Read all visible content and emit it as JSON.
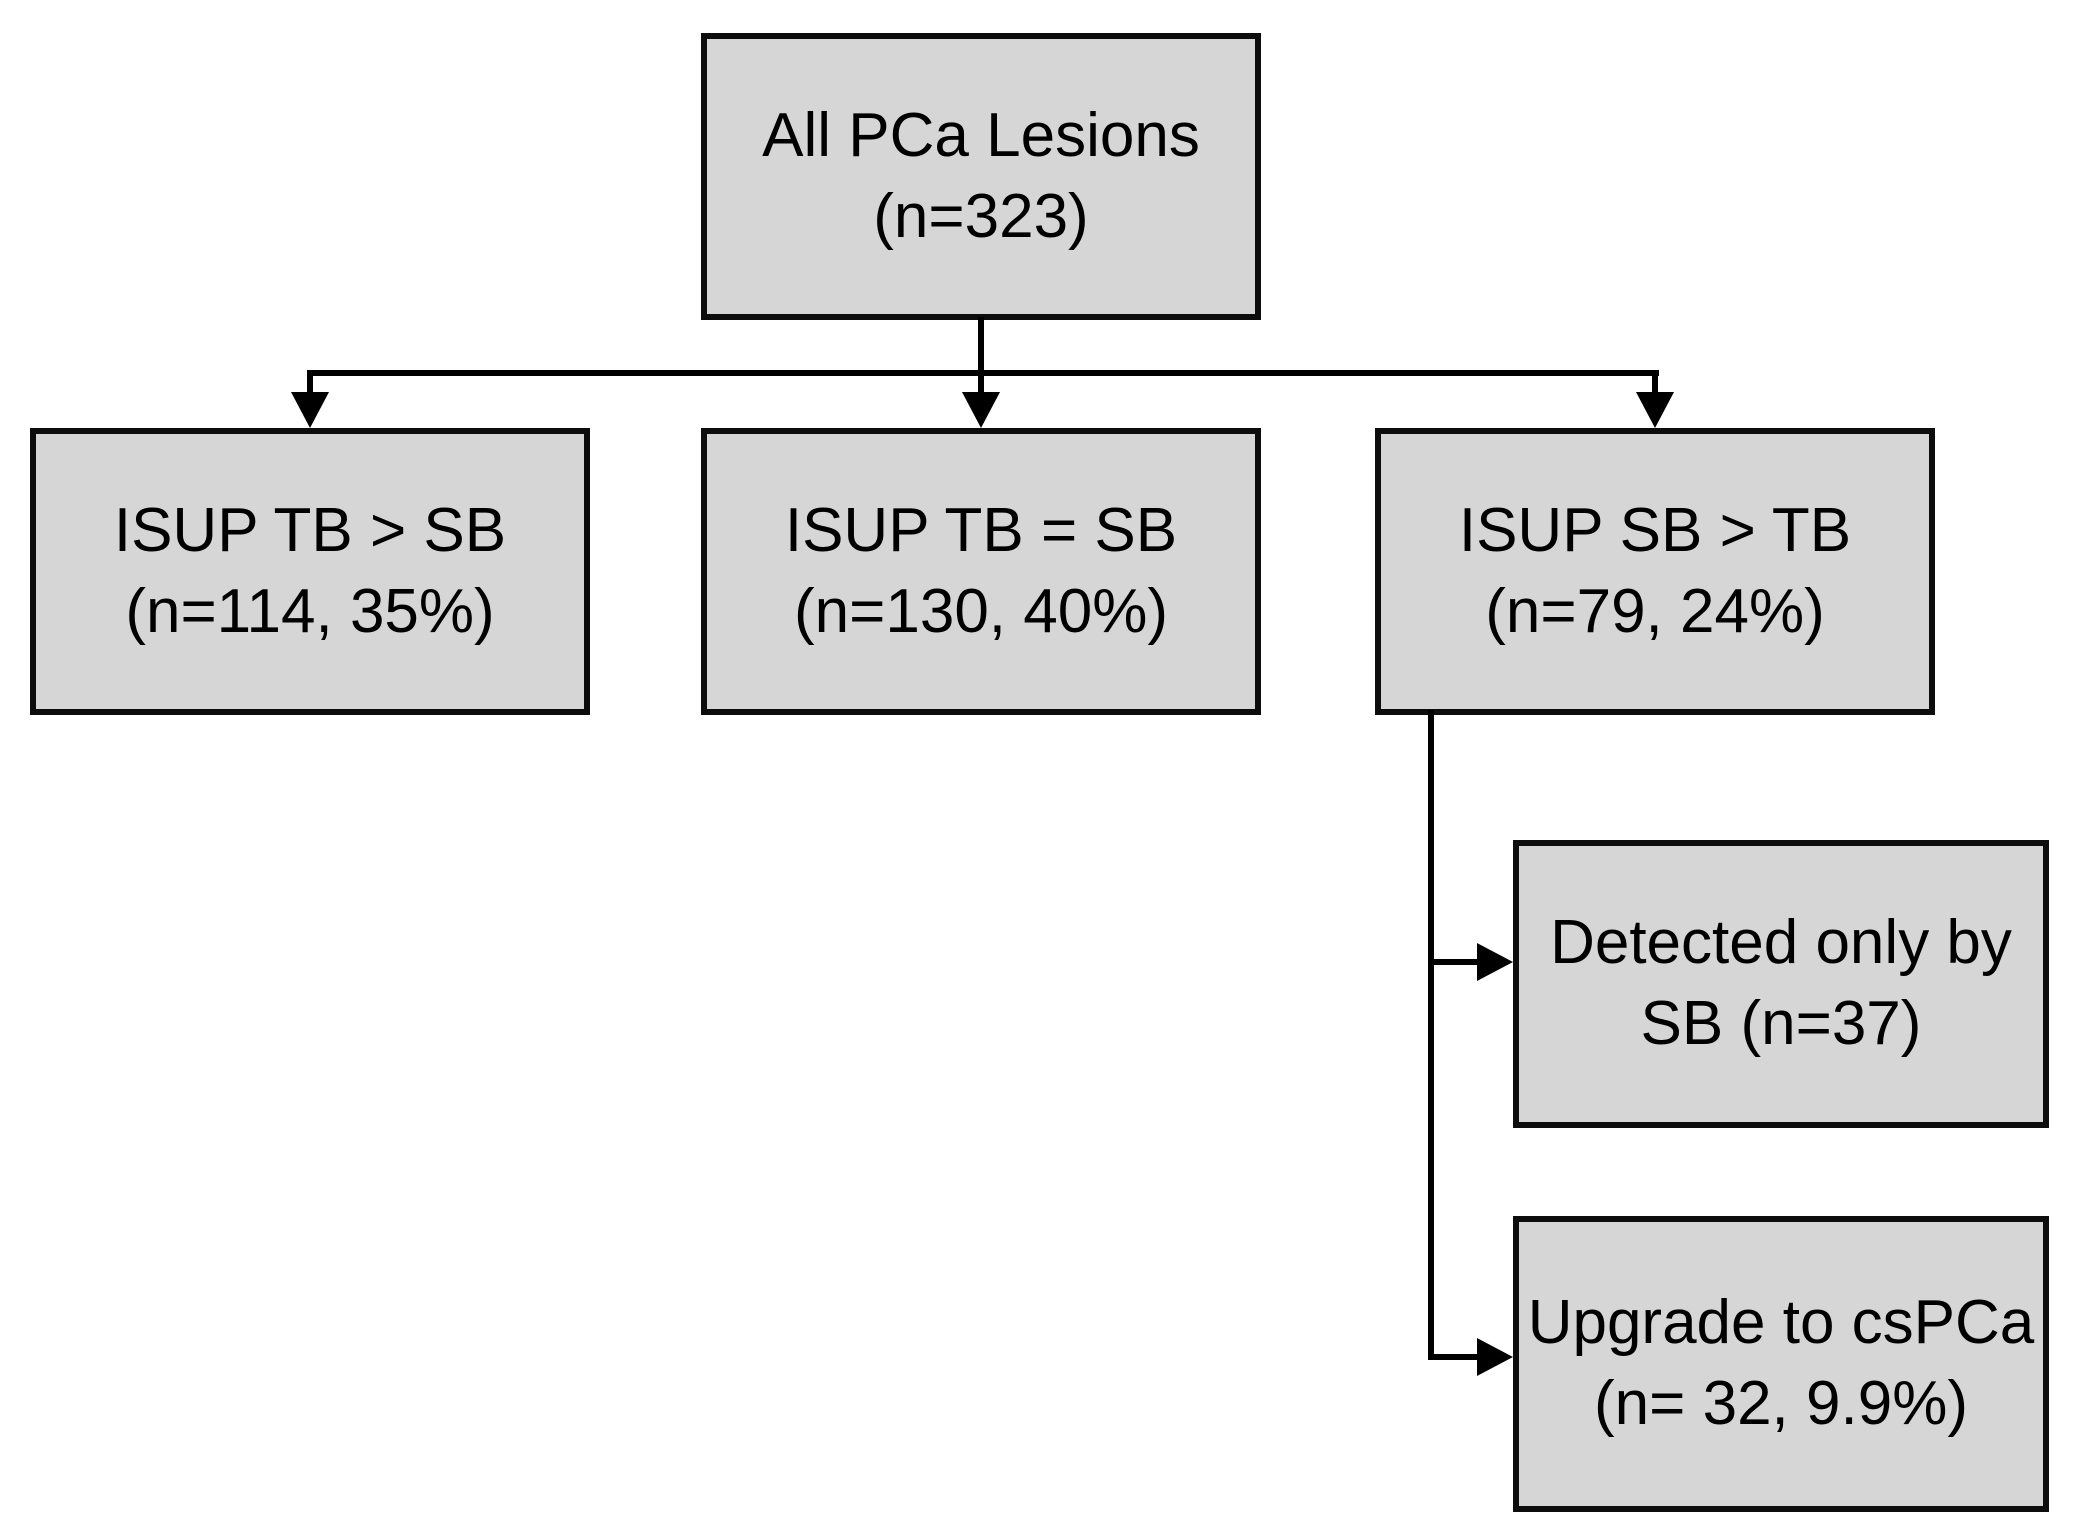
{
  "colors": {
    "background": "#ffffff",
    "box_fill": "#d6d6d6",
    "box_border": "#0d0d0d",
    "line_color": "#000000",
    "text_color": "#000000"
  },
  "nodes": {
    "root": {
      "line1": "All PCa Lesions",
      "line2": "(n=323)"
    },
    "tb_gt_sb": {
      "line1": "ISUP TB > SB",
      "line2": "(n=114, 35%)"
    },
    "tb_eq_sb": {
      "line1": "ISUP TB = SB",
      "line2": "(n=130, 40%)"
    },
    "sb_gt_tb": {
      "line1": "ISUP SB > TB",
      "line2": "(n=79, 24%)"
    },
    "detected_only_sb": {
      "line1": "Detected only by",
      "line2": "SB (n=37)"
    },
    "upgrade_cspca": {
      "line1": "Upgrade to csPCa",
      "line2": "(n= 32, 9.9%)"
    }
  }
}
